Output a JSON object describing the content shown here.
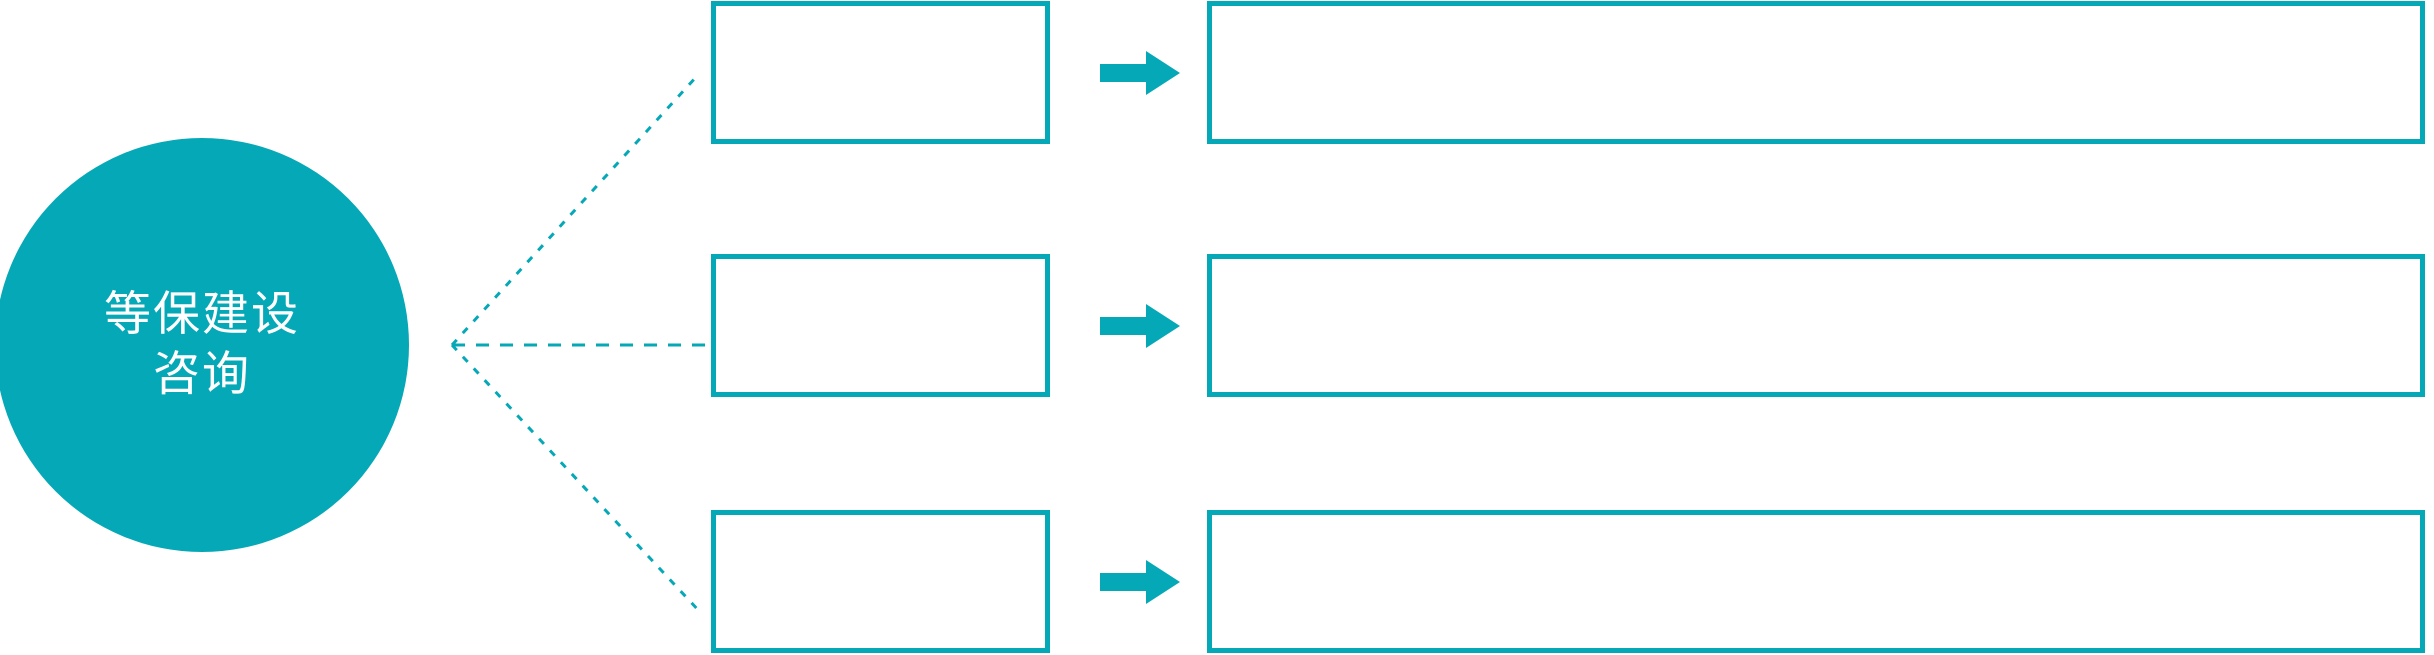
{
  "diagram": {
    "type": "hub-and-spoke-process",
    "accent_color": "#05a8b6",
    "background_color": "#ffffff",
    "hub": {
      "shape": "circle",
      "fill_color": "#05a8b6",
      "text_color": "#ffffff",
      "lines": [
        "等保建设",
        "咨询"
      ]
    },
    "connector": {
      "style": "dotted",
      "color": "#05a8b6",
      "branch_count": 3
    },
    "arrow_icon": {
      "name": "arrow-right-icon",
      "color": "#05a8b6"
    },
    "rows": [
      {
        "index": 1,
        "stage_label": "",
        "detail_label": ""
      },
      {
        "index": 2,
        "stage_label": "",
        "detail_label": ""
      },
      {
        "index": 3,
        "stage_label": "",
        "detail_label": ""
      }
    ]
  }
}
